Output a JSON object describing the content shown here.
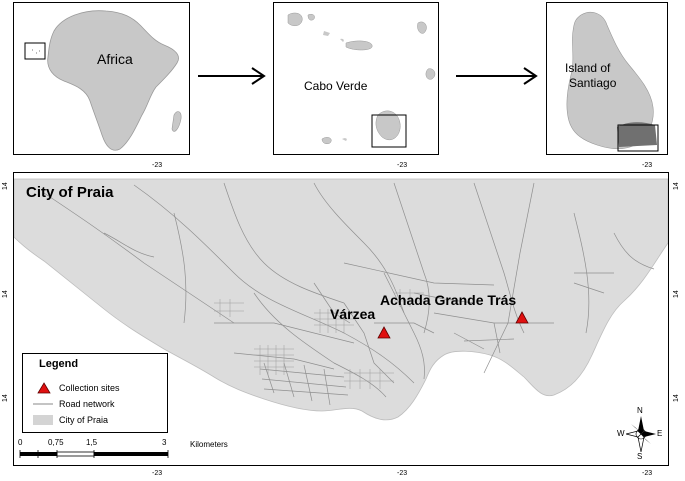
{
  "insets": {
    "africa": {
      "label": "Africa"
    },
    "cabo_verde": {
      "label": "Cabo Verde"
    },
    "santiago": {
      "label_line1": "Island of",
      "label_line2": "Santiago"
    }
  },
  "main": {
    "title": "City of Praia",
    "places": {
      "varzea": "Várzea",
      "achada": "Achada Grande Trás"
    }
  },
  "axis": {
    "top_ticks": [
      "-23",
      "-23",
      "-23"
    ],
    "bottom_ticks": [
      "-23",
      "-23",
      "-23"
    ],
    "left_ticks": [
      "14",
      "14",
      "14"
    ],
    "right_ticks": [
      "14",
      "14",
      "14"
    ]
  },
  "legend": {
    "title": "Legend",
    "items": [
      "Collection sites",
      "Road network",
      "City of Praia"
    ]
  },
  "scale": {
    "ticks": [
      "0",
      "0,75",
      "1,5",
      "3"
    ],
    "unit": "Kilometers"
  },
  "compass": {
    "n": "N",
    "s": "S",
    "e": "E",
    "w": "W"
  },
  "colors": {
    "land": "#d4d4d4",
    "city": "#dcdcdc",
    "road": "#8a8a8a",
    "site": "#e01010"
  }
}
